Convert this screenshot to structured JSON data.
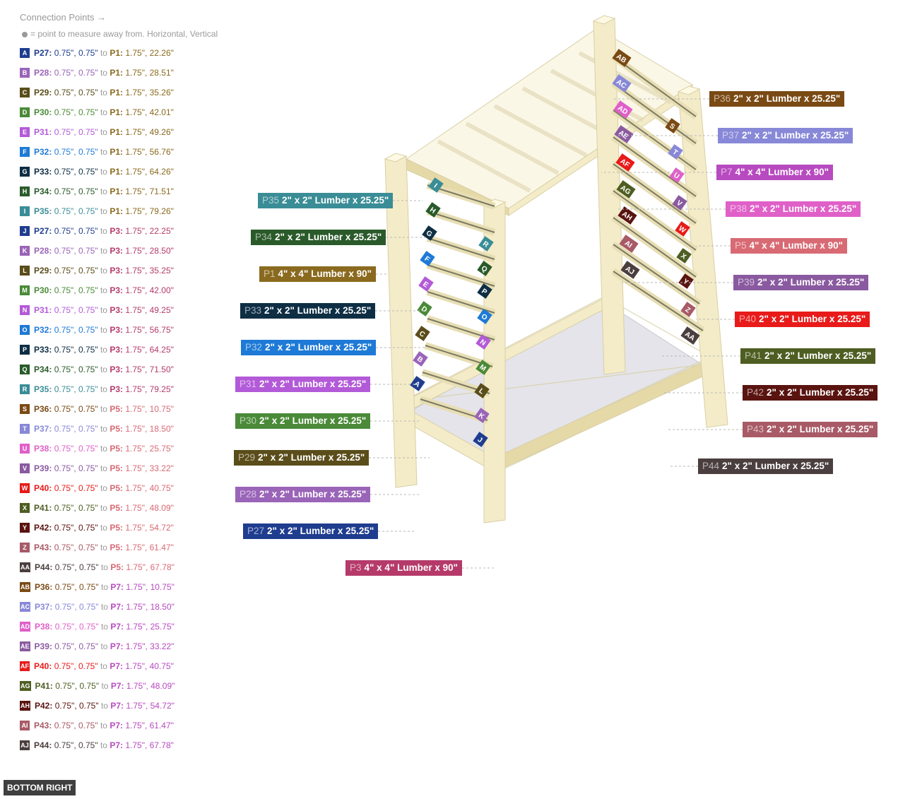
{
  "header": {
    "title": "Connection Points →",
    "note": "= point to measure away from. Horizontal, Vertical"
  },
  "connections": [
    {
      "id": "A",
      "color": "#1f3d8f",
      "from": "P27:",
      "from_val": "0.75\", 0.75\"",
      "to": "to",
      "target": "P1:",
      "target_color": "#8a6a1e",
      "target_val": "1.75\", 22.26\""
    },
    {
      "id": "B",
      "color": "#9a64b8",
      "from": "P28:",
      "from_val": "0.75\", 0.75\"",
      "to": "to",
      "target": "P1:",
      "target_color": "#8a6a1e",
      "target_val": "1.75\", 28.51\""
    },
    {
      "id": "C",
      "color": "#5a4d1a",
      "from": "P29:",
      "from_val": "0.75\", 0.75\"",
      "to": "to",
      "target": "P1:",
      "target_color": "#8a6a1e",
      "target_val": "1.75\", 35.26\""
    },
    {
      "id": "D",
      "color": "#4a8a38",
      "from": "P30:",
      "from_val": "0.75\", 0.75\"",
      "to": "to",
      "target": "P1:",
      "target_color": "#8a6a1e",
      "target_val": "1.75\", 42.01\""
    },
    {
      "id": "E",
      "color": "#b35ad8",
      "from": "P31:",
      "from_val": "0.75\", 0.75\"",
      "to": "to",
      "target": "P1:",
      "target_color": "#8a6a1e",
      "target_val": "1.75\", 49.26\""
    },
    {
      "id": "F",
      "color": "#1e7ad6",
      "from": "P32:",
      "from_val": "0.75\", 0.75\"",
      "to": "to",
      "target": "P1:",
      "target_color": "#8a6a1e",
      "target_val": "1.75\", 56.76\""
    },
    {
      "id": "G",
      "color": "#0e2e44",
      "from": "P33:",
      "from_val": "0.75\", 0.75\"",
      "to": "to",
      "target": "P1:",
      "target_color": "#8a6a1e",
      "target_val": "1.75\", 64.26\""
    },
    {
      "id": "H",
      "color": "#2a5a2a",
      "from": "P34:",
      "from_val": "0.75\", 0.75\"",
      "to": "to",
      "target": "P1:",
      "target_color": "#8a6a1e",
      "target_val": "1.75\", 71.51\""
    },
    {
      "id": "I",
      "color": "#3a8d96",
      "from": "P35:",
      "from_val": "0.75\", 0.75\"",
      "to": "to",
      "target": "P1:",
      "target_color": "#8a6a1e",
      "target_val": "1.75\", 79.26\""
    },
    {
      "id": "J",
      "color": "#1f3d8f",
      "from": "P27:",
      "from_val": "0.75\", 0.75\"",
      "to": "to",
      "target": "P3:",
      "target_color": "#b53a6a",
      "target_val": "1.75\", 22.25\""
    },
    {
      "id": "K",
      "color": "#9a64b8",
      "from": "P28:",
      "from_val": "0.75\", 0.75\"",
      "to": "to",
      "target": "P3:",
      "target_color": "#b53a6a",
      "target_val": "1.75\", 28.50\""
    },
    {
      "id": "L",
      "color": "#5a4d1a",
      "from": "P29:",
      "from_val": "0.75\", 0.75\"",
      "to": "to",
      "target": "P3:",
      "target_color": "#b53a6a",
      "target_val": "1.75\", 35.25\""
    },
    {
      "id": "M",
      "color": "#4a8a38",
      "from": "P30:",
      "from_val": "0.75\", 0.75\"",
      "to": "to",
      "target": "P3:",
      "target_color": "#b53a6a",
      "target_val": "1.75\", 42.00\""
    },
    {
      "id": "N",
      "color": "#b35ad8",
      "from": "P31:",
      "from_val": "0.75\", 0.75\"",
      "to": "to",
      "target": "P3:",
      "target_color": "#b53a6a",
      "target_val": "1.75\", 49.25\""
    },
    {
      "id": "O",
      "color": "#1e7ad6",
      "from": "P32:",
      "from_val": "0.75\", 0.75\"",
      "to": "to",
      "target": "P3:",
      "target_color": "#b53a6a",
      "target_val": "1.75\", 56.75\""
    },
    {
      "id": "P",
      "color": "#0e2e44",
      "from": "P33:",
      "from_val": "0.75\", 0.75\"",
      "to": "to",
      "target": "P3:",
      "target_color": "#b53a6a",
      "target_val": "1.75\", 64.25\""
    },
    {
      "id": "Q",
      "color": "#2a5a2a",
      "from": "P34:",
      "from_val": "0.75\", 0.75\"",
      "to": "to",
      "target": "P3:",
      "target_color": "#b53a6a",
      "target_val": "1.75\", 71.50\""
    },
    {
      "id": "R",
      "color": "#3a8d96",
      "from": "P35:",
      "from_val": "0.75\", 0.75\"",
      "to": "to",
      "target": "P3:",
      "target_color": "#b53a6a",
      "target_val": "1.75\", 79.25\""
    },
    {
      "id": "S",
      "color": "#7a4a14",
      "from": "P36:",
      "from_val": "0.75\", 0.75\"",
      "to": "to",
      "target": "P5:",
      "target_color": "#d86a74",
      "target_val": "1.75\", 10.75\""
    },
    {
      "id": "T",
      "color": "#8888d8",
      "from": "P37:",
      "from_val": "0.75\", 0.75\"",
      "to": "to",
      "target": "P5:",
      "target_color": "#d86a74",
      "target_val": "1.75\", 18.50\""
    },
    {
      "id": "U",
      "color": "#e060c8",
      "from": "P38:",
      "from_val": "0.75\", 0.75\"",
      "to": "to",
      "target": "P5:",
      "target_color": "#d86a74",
      "target_val": "1.75\", 25.75\""
    },
    {
      "id": "V",
      "color": "#8a5aa0",
      "from": "P39:",
      "from_val": "0.75\", 0.75\"",
      "to": "to",
      "target": "P5:",
      "target_color": "#d86a74",
      "target_val": "1.75\", 33.22\""
    },
    {
      "id": "W",
      "color": "#e81a1a",
      "from": "P40:",
      "from_val": "0.75\", 0.75\"",
      "to": "to",
      "target": "P5:",
      "target_color": "#d86a74",
      "target_val": "1.75\", 40.75\""
    },
    {
      "id": "X",
      "color": "#4e5e22",
      "from": "P41:",
      "from_val": "0.75\", 0.75\"",
      "to": "to",
      "target": "P5:",
      "target_color": "#d86a74",
      "target_val": "1.75\", 48.09\""
    },
    {
      "id": "Y",
      "color": "#5a1410",
      "from": "P42:",
      "from_val": "0.75\", 0.75\"",
      "to": "to",
      "target": "P5:",
      "target_color": "#d86a74",
      "target_val": "1.75\", 54.72\""
    },
    {
      "id": "Z",
      "color": "#a85a66",
      "from": "P43:",
      "from_val": "0.75\", 0.75\"",
      "to": "to",
      "target": "P5:",
      "target_color": "#d86a74",
      "target_val": "1.75\", 61.47\""
    },
    {
      "id": "AA",
      "color": "#4a3e3e",
      "from": "P44:",
      "from_val": "0.75\", 0.75\"",
      "to": "to",
      "target": "P5:",
      "target_color": "#d86a74",
      "target_val": "1.75\", 67.78\""
    },
    {
      "id": "AB",
      "color": "#7a4a14",
      "from": "P36:",
      "from_val": "0.75\", 0.75\"",
      "to": "to",
      "target": "P7:",
      "target_color": "#b84ac0",
      "target_val": "1.75\", 10.75\""
    },
    {
      "id": "AC",
      "color": "#8888d8",
      "from": "P37:",
      "from_val": "0.75\", 0.75\"",
      "to": "to",
      "target": "P7:",
      "target_color": "#b84ac0",
      "target_val": "1.75\", 18.50\""
    },
    {
      "id": "AD",
      "color": "#e060c8",
      "from": "P38:",
      "from_val": "0.75\", 0.75\"",
      "to": "to",
      "target": "P7:",
      "target_color": "#b84ac0",
      "target_val": "1.75\", 25.75\""
    },
    {
      "id": "AE",
      "color": "#8a5aa0",
      "from": "P39:",
      "from_val": "0.75\", 0.75\"",
      "to": "to",
      "target": "P7:",
      "target_color": "#b84ac0",
      "target_val": "1.75\", 33.22\""
    },
    {
      "id": "AF",
      "color": "#e81a1a",
      "from": "P40:",
      "from_val": "0.75\", 0.75\"",
      "to": "to",
      "target": "P7:",
      "target_color": "#b84ac0",
      "target_val": "1.75\", 40.75\""
    },
    {
      "id": "AG",
      "color": "#4e5e22",
      "from": "P41:",
      "from_val": "0.75\", 0.75\"",
      "to": "to",
      "target": "P7:",
      "target_color": "#b84ac0",
      "target_val": "1.75\", 48.09\""
    },
    {
      "id": "AH",
      "color": "#5a1410",
      "from": "P42:",
      "from_val": "0.75\", 0.75\"",
      "to": "to",
      "target": "P7:",
      "target_color": "#b84ac0",
      "target_val": "1.75\", 54.72\""
    },
    {
      "id": "AI",
      "color": "#a85a66",
      "from": "P43:",
      "from_val": "0.75\", 0.75\"",
      "to": "to",
      "target": "P7:",
      "target_color": "#b84ac0",
      "target_val": "1.75\", 61.47\""
    },
    {
      "id": "AJ",
      "color": "#4a3e3e",
      "from": "P44:",
      "from_val": "0.75\", 0.75\"",
      "to": "to",
      "target": "P7:",
      "target_color": "#b84ac0",
      "target_val": "1.75\", 67.78\""
    }
  ],
  "part_labels": [
    {
      "id": "P35",
      "desc": "2\" x 2\" Lumber x 25.25\"",
      "color": "#3a8d96"
    },
    {
      "id": "P34",
      "desc": "2\" x 2\" Lumber x 25.25\"",
      "color": "#2a5a2a"
    },
    {
      "id": "P1",
      "desc": "4\" x 4\" Lumber x 90\"",
      "color": "#8a6a1e"
    },
    {
      "id": "P33",
      "desc": "2\" x 2\" Lumber x 25.25\"",
      "color": "#0e2e44"
    },
    {
      "id": "P32",
      "desc": "2\" x 2\" Lumber x 25.25\"",
      "color": "#1e7ad6"
    },
    {
      "id": "P31",
      "desc": "2\" x 2\" Lumber x 25.25\"",
      "color": "#b35ad8"
    },
    {
      "id": "P30",
      "desc": "2\" x 2\" Lumber x 25.25\"",
      "color": "#4a8a38"
    },
    {
      "id": "P29",
      "desc": "2\" x 2\" Lumber x 25.25\"",
      "color": "#5a4d1a"
    },
    {
      "id": "P28",
      "desc": "2\" x 2\" Lumber x 25.25\"",
      "color": "#9a64b8"
    },
    {
      "id": "P27",
      "desc": "2\" x 2\" Lumber x 25.25\"",
      "color": "#1f3d8f"
    },
    {
      "id": "P3",
      "desc": "4\" x 4\" Lumber x 90\"",
      "color": "#b53a6a"
    },
    {
      "id": "P36",
      "desc": "2\" x 2\" Lumber x 25.25\"",
      "color": "#7a4a14"
    },
    {
      "id": "P37",
      "desc": "2\" x 2\" Lumber x 25.25\"",
      "color": "#8888d8"
    },
    {
      "id": "P7",
      "desc": "4\" x 4\" Lumber x 90\"",
      "color": "#b84ac0"
    },
    {
      "id": "P38",
      "desc": "2\" x 2\" Lumber x 25.25\"",
      "color": "#e060c8"
    },
    {
      "id": "P5",
      "desc": "4\" x 4\" Lumber x 90\"",
      "color": "#d86a74"
    },
    {
      "id": "P39",
      "desc": "2\" x 2\" Lumber x 25.25\"",
      "color": "#8a5aa0"
    },
    {
      "id": "P40",
      "desc": "2\" x 2\" Lumber x 25.25\"",
      "color": "#e81a1a"
    },
    {
      "id": "P41",
      "desc": "2\" x 2\" Lumber x 25.25\"",
      "color": "#4e5e22"
    },
    {
      "id": "P42",
      "desc": "2\" x 2\" Lumber x 25.25\"",
      "color": "#5a1410"
    },
    {
      "id": "P43",
      "desc": "2\" x 2\" Lumber x 25.25\"",
      "color": "#a85a66"
    },
    {
      "id": "P44",
      "desc": "2\" x 2\" Lumber x 25.25\"",
      "color": "#4a3e3e"
    }
  ],
  "view_button": {
    "label": "BOTTOM RIGHT"
  }
}
